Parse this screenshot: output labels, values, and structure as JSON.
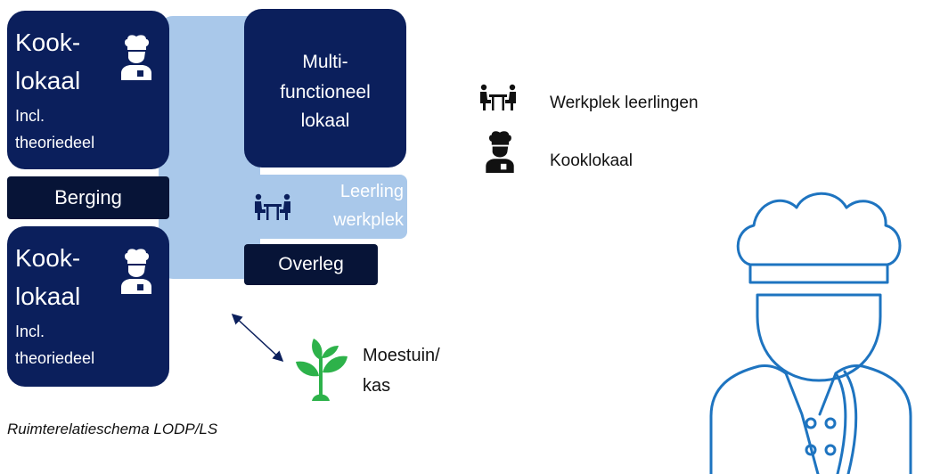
{
  "blocks": {
    "kook_top": {
      "title_line1": "Kook-",
      "title_line2": "lokaal",
      "sub_line1": "Incl.",
      "sub_line2": "theoriedeel"
    },
    "berging": "Berging",
    "kook_bottom": {
      "title_line1": "Kook-",
      "title_line2": "lokaal",
      "sub_line1": "Incl.",
      "sub_line2": "theoriedeel"
    },
    "multi": {
      "line1": "Multi-",
      "line2": "functioneel",
      "line3": "lokaal"
    },
    "leerling": {
      "line1": "Leerling",
      "line2": "werkplek"
    },
    "overleg": "Overleg",
    "moestuin": {
      "line1": "Moestuin/",
      "line2": "kas"
    }
  },
  "legend": {
    "werkplek": "Werkplek leerlingen",
    "kooklokaal": "Kooklokaal"
  },
  "caption": "Ruimterelatieschema LODP/LS",
  "icons": [
    "chef-icon",
    "desk-workplace-icon",
    "plant-icon",
    "chef-outline-icon"
  ],
  "colors": {
    "navy": "#0b1f5c",
    "dark": "#071437",
    "light": "#a9c8ea",
    "outline": "#1e74c0",
    "plant": "#2db24a"
  }
}
